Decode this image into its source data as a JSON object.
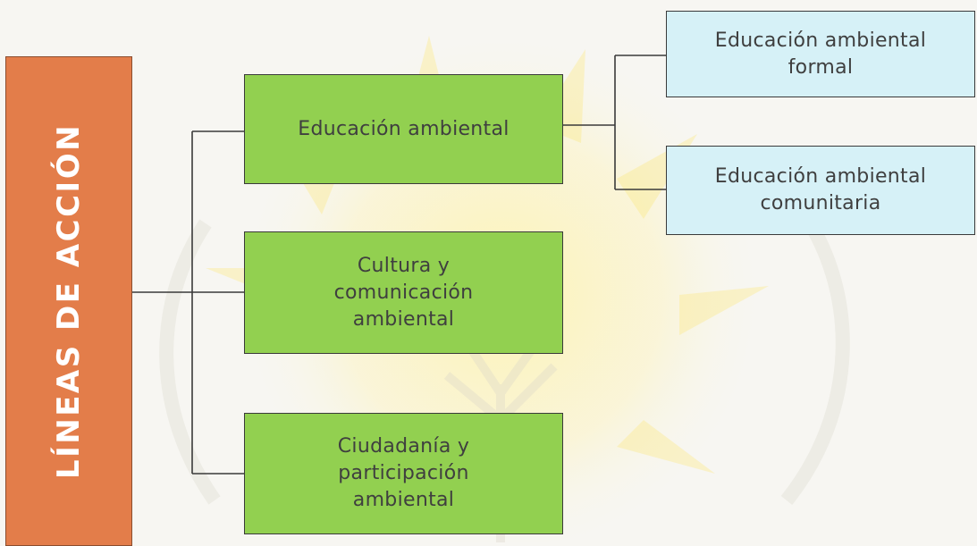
{
  "root": {
    "label": "LÍNEAS DE ACCIÓN",
    "color": "#e37d4a"
  },
  "branches": [
    {
      "label": "Educación ambiental",
      "color": "#92d050"
    },
    {
      "label": "Cultura y\ncomunicación\nambiental",
      "color": "#92d050"
    },
    {
      "label": "Ciudadanía y\nparticipación\nambiental",
      "color": "#92d050"
    }
  ],
  "sub_branches": [
    {
      "label": "Educación ambiental\nformal",
      "color": "#d6f1f7"
    },
    {
      "label": "Educación ambiental\ncomunitaria",
      "color": "#d6f1f7"
    }
  ]
}
